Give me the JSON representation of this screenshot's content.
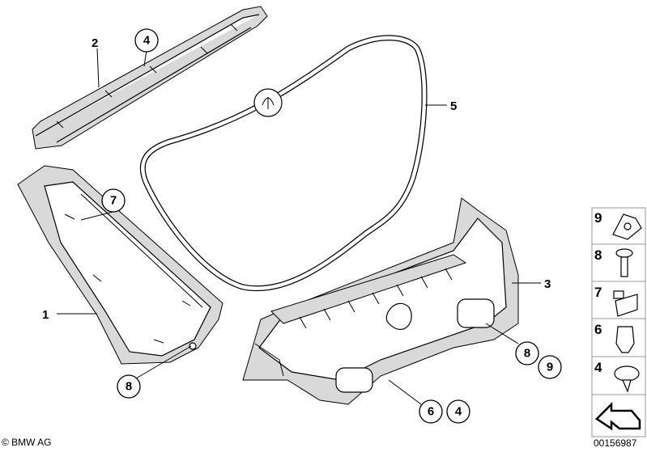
{
  "callouts": {
    "label_2": "2",
    "label_5": "5",
    "label_3": "3",
    "label_1": "1",
    "circle_4_top": "4",
    "circle_7": "7",
    "circle_8_left": "8",
    "circle_8_right": "8",
    "circle_9": "9",
    "circle_6": "6",
    "circle_4_bottom": "4"
  },
  "legend": {
    "items": [
      {
        "number": "9",
        "icon": "clip-nut-icon"
      },
      {
        "number": "8",
        "icon": "screw-icon"
      },
      {
        "number": "7",
        "icon": "clip-icon"
      },
      {
        "number": "6",
        "icon": "expanding-nut-icon"
      },
      {
        "number": "4",
        "icon": "push-rivet-icon"
      }
    ],
    "arrow_icon": "direction-arrow-icon"
  },
  "footer": {
    "copyright": "© BMW AG",
    "diagram_number": "00156987"
  }
}
